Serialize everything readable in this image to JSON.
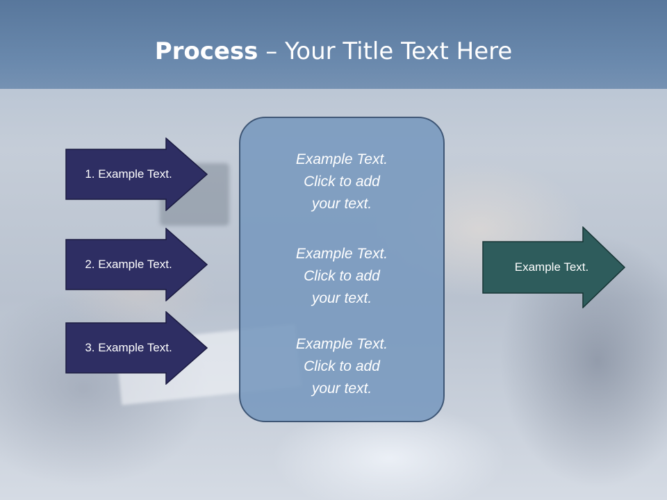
{
  "title": {
    "bold": "Process",
    "rest": " – Your Title Text Here"
  },
  "inputs": [
    {
      "label": "1. Example Text."
    },
    {
      "label": "2. Example Text."
    },
    {
      "label": "3. Example Text."
    }
  ],
  "center": {
    "items": [
      {
        "line1": "Example Text.",
        "line2": "Click  to add",
        "line3": "your text."
      },
      {
        "line1": "Example Text.",
        "line2": "Click  to add",
        "line3": "your text."
      },
      {
        "line1": "Example Text.",
        "line2": "Click  to add",
        "line3": "your text."
      }
    ]
  },
  "output": {
    "label": "Example Text."
  },
  "colors": {
    "input_arrow": "#2e2e63",
    "output_arrow": "#2e5c5c",
    "center_box": "#7898be",
    "title_bar": "#5f7fa4"
  }
}
